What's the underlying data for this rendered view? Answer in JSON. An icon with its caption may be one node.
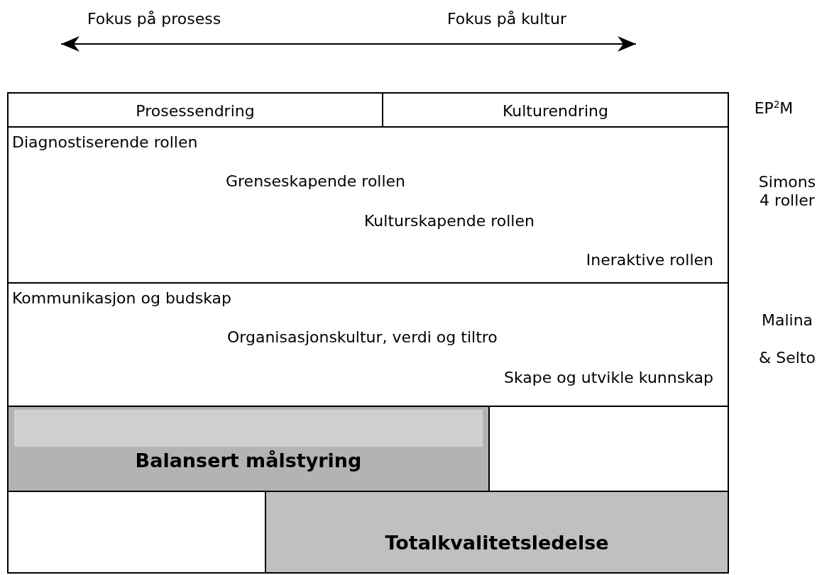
{
  "diagram": {
    "nodes": [
      {
        "text": [
          "Prosessendring"
        ]
      },
      {
        "text": [
          "Kulturendring"
        ]
      },
      {
        "text": [
          "Diagnostiserende rollen",
          "Grenseskapende rollen",
          "Kulturskapende rollen",
          "Ineraktive rollen"
        ]
      },
      {
        "text": [
          "Kommunikasjon og budskap",
          "Organisasjonskultur, verdi og tiltro",
          "Skape og utvikle kunnskap"
        ]
      },
      {
        "text": [
          "Balansert målstyring"
        ]
      },
      {
        "text": [],
        "shape": "box"
      },
      {
        "text": [],
        "shape": "box"
      },
      {
        "text": [
          "Totalkvalitetsledelse"
        ]
      }
    ],
    "edges": [],
    "labels": [
      "Fokus på prosess",
      "Fokus på kultur",
      "EP$^{2}$M",
      "Simons 4 roller",
      "Malina & Selto"
    ]
  }
}
